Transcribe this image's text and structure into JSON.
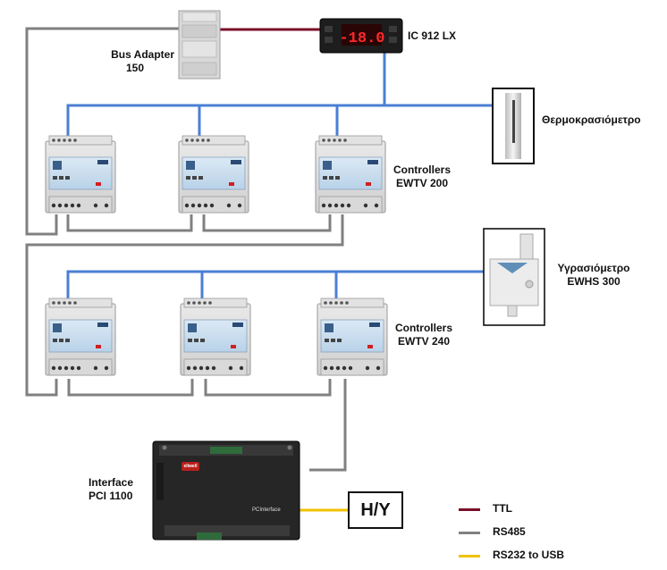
{
  "labels": {
    "bus_adapter_line1": "Bus Adapter",
    "bus_adapter_line2": "150",
    "ic912": "IC 912 LX",
    "display_value": "-18.0",
    "thermometer": "Θερμοκρασιόμετρο",
    "controllers_200_line1": "Controllers",
    "controllers_200_line2": "EWTV 200",
    "hygrometer_line1": "Υγρασιόμετρο",
    "hygrometer_line2": "EWHS 300",
    "controllers_240_line1": "Controllers",
    "controllers_240_line2": "EWTV 240",
    "interface_line1": "Interface",
    "interface_line2": "PCI 1100",
    "hy": "H/Y",
    "interface_brand": "PCInterface",
    "controller_brand": "eliwell"
  },
  "legend": [
    {
      "label": "TTL",
      "color": "#7a0f28"
    },
    {
      "label": "RS485",
      "color": "#808080"
    },
    {
      "label": "RS232 to USB",
      "color": "#f2c200"
    }
  ],
  "colors": {
    "ttl": "#7a0f28",
    "rs485": "#808080",
    "sensor_bus": "#4a7fd4",
    "usb": "#f2c200"
  }
}
